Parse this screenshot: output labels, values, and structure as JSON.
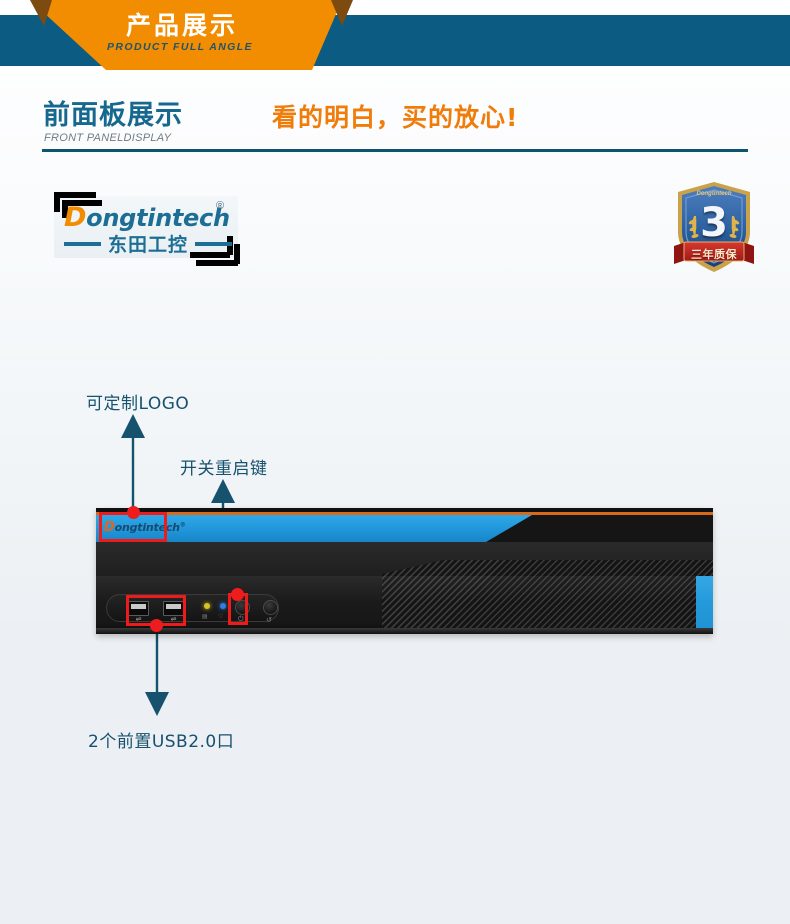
{
  "banner": {
    "title_cn": "产品展示",
    "title_en": "PRODUCT FULL ANGLE",
    "orange": "#f28c00",
    "blue": "#0b5b82",
    "fold": "#7d4a10"
  },
  "section": {
    "title_cn": "前面板展示",
    "title_en": "FRONT PANELDISPLAY",
    "slogan": "看的明白，买的放心!",
    "title_color": "#16688f",
    "slogan_color": "#f07c0a",
    "divider_color": "#0d556f"
  },
  "logo": {
    "brand_d": "D",
    "brand_rest": "ongtintech",
    "registered": "®",
    "brand_cn": "东田工控",
    "orange": "#f28c00",
    "blue": "#1d6e95"
  },
  "badge": {
    "brand": "Dongtintech",
    "years": "3",
    "ribbon_text": "三年质保",
    "shield_color": "#2c5f9e",
    "ribbon_color": "#b8231f",
    "wreath_color": "#e0b44a"
  },
  "annotations": [
    {
      "id": "logo",
      "label": "可定制LOGO",
      "direction": "up"
    },
    {
      "id": "power",
      "label": "开关重启键",
      "direction": "up"
    },
    {
      "id": "usb",
      "label": "2个前置USB2.0口",
      "direction": "down"
    }
  ],
  "annotation_color": "#16516d",
  "highlight_color": "#ee1c1c",
  "chassis": {
    "front_logo_d": "D",
    "front_logo_rest": "ongtintech",
    "front_logo_reg": "®",
    "accent_blue": "#1f94d8",
    "accent_orange": "#d96a1a",
    "body_color": "#1b1b1b",
    "usb_count": 2,
    "usb_glyph": "⇌",
    "leds": [
      {
        "name": "hdd-led",
        "color": "#d8c22a",
        "glyph": "▤"
      },
      {
        "name": "power-led",
        "color": "#2f7fe0",
        "glyph": "♡"
      }
    ],
    "buttons": [
      {
        "name": "power-button",
        "glyph": "⏻"
      },
      {
        "name": "reset-button",
        "glyph": "↺"
      }
    ]
  }
}
